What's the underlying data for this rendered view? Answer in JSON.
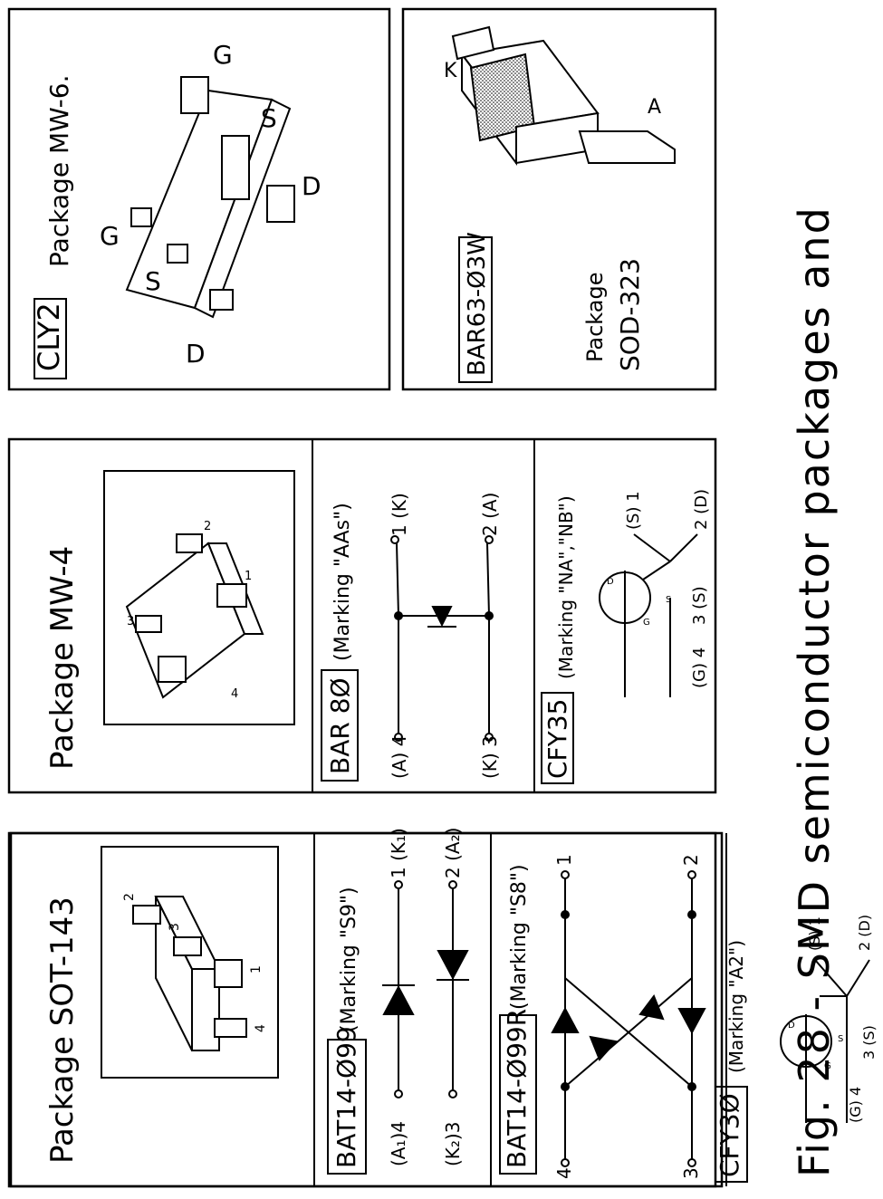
{
  "figure": {
    "caption": "Fig. 28 - SMD semiconductor packages and"
  },
  "panel_sot143": {
    "package_label": "Package SOT-143",
    "pins": [
      "1",
      "2",
      "3",
      "4"
    ],
    "bat14_099": {
      "part": "BAT14-Ø99",
      "marking": "(Marking \"S9\")",
      "pin_labels": [
        "(A₁)4",
        "(K₂)3",
        "1 (K₁)",
        "2 (A₂)"
      ]
    },
    "bat14_099r": {
      "part": "BAT14-Ø99R",
      "marking": "(Marking \"S8\")",
      "pin_labels": [
        "4",
        "3",
        "1",
        "2"
      ]
    },
    "cfy30": {
      "part": "CFY3Ø",
      "marking": "(Marking \"A2\")",
      "pin_labels": [
        "(G) 4",
        "3 (S)",
        "(S) 1",
        "2 (D)"
      ],
      "node_labels": [
        "D",
        "G",
        "S"
      ]
    }
  },
  "panel_mw4": {
    "package_label": "Package MW-4",
    "pins": [
      "1",
      "2",
      "3",
      "4"
    ],
    "bar80": {
      "part": "BAR 8Ø",
      "marking": "(Marking \"AAs\")",
      "pin_labels": [
        "(A) 4",
        "(K) 3",
        "1 (K)",
        "2 (A)"
      ]
    },
    "cfy35": {
      "part": "CFY35",
      "marking": "(Marking \"NA\",\"NB\")",
      "pin_labels": [
        "(G) 4",
        "3 (S)",
        "(S) 1",
        "2 (D)"
      ],
      "node_labels": [
        "D",
        "G",
        "S"
      ]
    }
  },
  "panel_cly2": {
    "part": "CLY2",
    "package_label": "Package MW-6.",
    "pin_letters": [
      "D",
      "S",
      "G",
      "G",
      "S",
      "D"
    ]
  },
  "panel_bar63": {
    "part": "BAR63-Ø3W",
    "package_label": "Package",
    "package_name": "SOD-323",
    "terminals": [
      "K",
      "A"
    ]
  }
}
